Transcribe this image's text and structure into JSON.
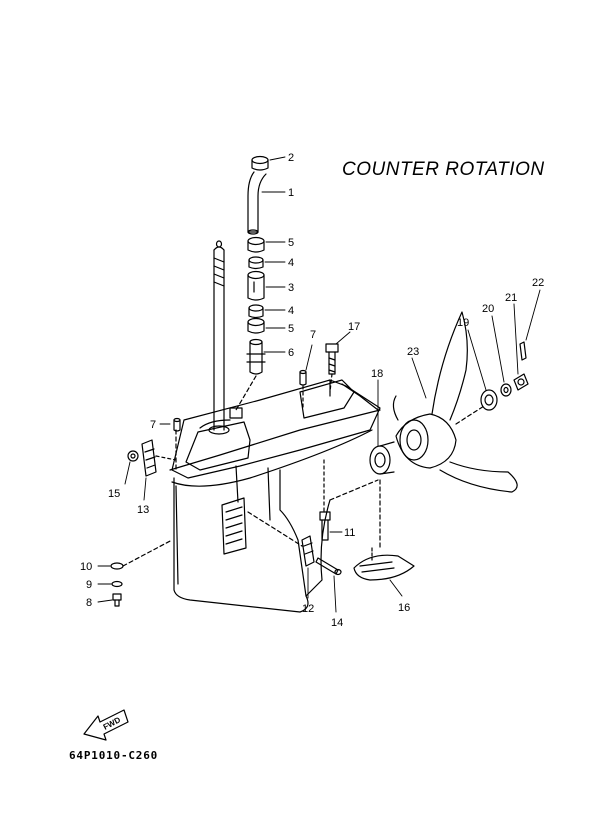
{
  "title": "COUNTER ROTATION",
  "diagram_code": "64P1010-C260",
  "fwd_label": "FWD",
  "callouts": [
    {
      "id": "c2",
      "label": "2"
    },
    {
      "id": "c1",
      "label": "1"
    },
    {
      "id": "c5a",
      "label": "5"
    },
    {
      "id": "c4a",
      "label": "4"
    },
    {
      "id": "c3",
      "label": "3"
    },
    {
      "id": "c4b",
      "label": "4"
    },
    {
      "id": "c5b",
      "label": "5"
    },
    {
      "id": "c6",
      "label": "6"
    },
    {
      "id": "c7a",
      "label": "7"
    },
    {
      "id": "c17",
      "label": "17"
    },
    {
      "id": "c7b",
      "label": "7"
    },
    {
      "id": "c23",
      "label": "23"
    },
    {
      "id": "c18",
      "label": "18"
    },
    {
      "id": "c19",
      "label": "19"
    },
    {
      "id": "c20",
      "label": "20"
    },
    {
      "id": "c21",
      "label": "21"
    },
    {
      "id": "c22",
      "label": "22"
    },
    {
      "id": "c15",
      "label": "15"
    },
    {
      "id": "c13",
      "label": "13"
    },
    {
      "id": "c11",
      "label": "11"
    },
    {
      "id": "c10",
      "label": "10"
    },
    {
      "id": "c9",
      "label": "9"
    },
    {
      "id": "c8",
      "label": "8"
    },
    {
      "id": "c12",
      "label": "12"
    },
    {
      "id": "c14",
      "label": "14"
    },
    {
      "id": "c16",
      "label": "16"
    }
  ]
}
